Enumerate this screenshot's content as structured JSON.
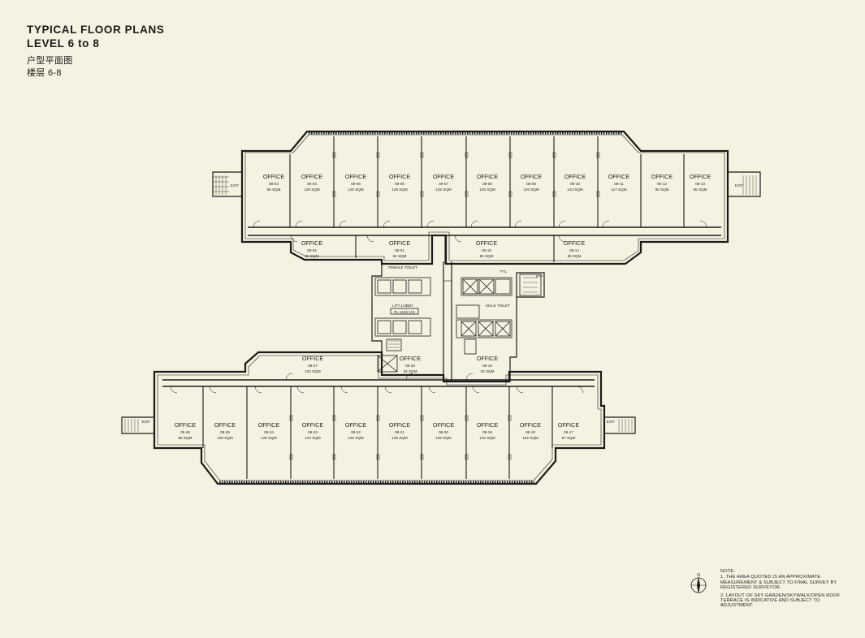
{
  "header": {
    "title_line1": "TYPICAL FLOOR PLANS",
    "title_line2": "LEVEL 6 to 8",
    "cn_line1": "户型平面图",
    "cn_line2": "楼层 6-8"
  },
  "units_top": [
    {
      "type": "OFFICE",
      "no": "08-03",
      "area": "86 SQM"
    },
    {
      "type": "OFFICE",
      "no": "08-04",
      "area": "126 SQM"
    },
    {
      "type": "OFFICE",
      "no": "08-05",
      "area": "125 SQM"
    },
    {
      "type": "OFFICE",
      "no": "08-06",
      "area": "125 SQM"
    },
    {
      "type": "OFFICE",
      "no": "08-07",
      "area": "125 SQM"
    },
    {
      "type": "OFFICE",
      "no": "08-08",
      "area": "125 SQM"
    },
    {
      "type": "OFFICE",
      "no": "08-09",
      "area": "125 SQM"
    },
    {
      "type": "OFFICE",
      "no": "08-10",
      "area": "124 SQM"
    },
    {
      "type": "OFFICE",
      "no": "08-11",
      "area": "117 SQM"
    },
    {
      "type": "OFFICE",
      "no": "08-12",
      "area": "95 SQM"
    },
    {
      "type": "OFFICE",
      "no": "08-13",
      "area": "86 SQM"
    }
  ],
  "units_mid_top": [
    {
      "type": "OFFICE",
      "no": "08-02",
      "area": "60 SQM"
    },
    {
      "type": "OFFICE",
      "no": "08-01",
      "area": "54 SQM"
    },
    {
      "type": "OFFICE",
      "no": "08-15",
      "area": "86 SQM"
    },
    {
      "type": "OFFICE",
      "no": "08-14",
      "area": "68 SQM"
    }
  ],
  "units_mid_bottom": [
    {
      "type": "OFFICE",
      "no": "08-27",
      "area": "102 SQM"
    },
    {
      "type": "OFFICE",
      "no": "08-28",
      "area": "34 SQM"
    },
    {
      "type": "OFFICE",
      "no": "08-16",
      "area": "32 SQM"
    }
  ],
  "units_bottom": [
    {
      "type": "OFFICE",
      "no": "08-26",
      "area": "86 SQM"
    },
    {
      "type": "OFFICE",
      "no": "08-25",
      "area": "128 SQM"
    },
    {
      "type": "OFFICE",
      "no": "08-24",
      "area": "125 SQM"
    },
    {
      "type": "OFFICE",
      "no": "08-23",
      "area": "124 SQM"
    },
    {
      "type": "OFFICE",
      "no": "08-22",
      "area": "125 SQM"
    },
    {
      "type": "OFFICE",
      "no": "08-21",
      "area": "125 SQM"
    },
    {
      "type": "OFFICE",
      "no": "08-20",
      "area": "125 SQM"
    },
    {
      "type": "OFFICE",
      "no": "08-19",
      "area": "122 SQM"
    },
    {
      "type": "OFFICE",
      "no": "08-18",
      "area": "122 SQM"
    },
    {
      "type": "OFFICE",
      "no": "08-17",
      "area": "87 SQM"
    }
  ],
  "core": {
    "female_toilet": "FEMALE TOILET",
    "male_toilet": "MALE TOILET",
    "lift_lobby": "LIFT LOBBY",
    "lift_code": "PL-1126-101",
    "ftl": "FTL",
    "stp": "STP",
    "exit": "EXIT",
    "pl": "PL"
  },
  "notes": {
    "heading": "NOTE:",
    "note1": "1. THE AREA QUOTED IS AN APPROXIMATE MEASUREMENT & SUBJECT TO FINAL SURVEY BY REGISTERED SURVEYOR.",
    "note2": "2. LAYOUT OF SKY GARDEN/SKYWALK/OPEN ROOF TERRACE IS INDICATIVE AND SUBJECT TO ADJUSTMENT."
  },
  "compass": {
    "label": "N"
  }
}
